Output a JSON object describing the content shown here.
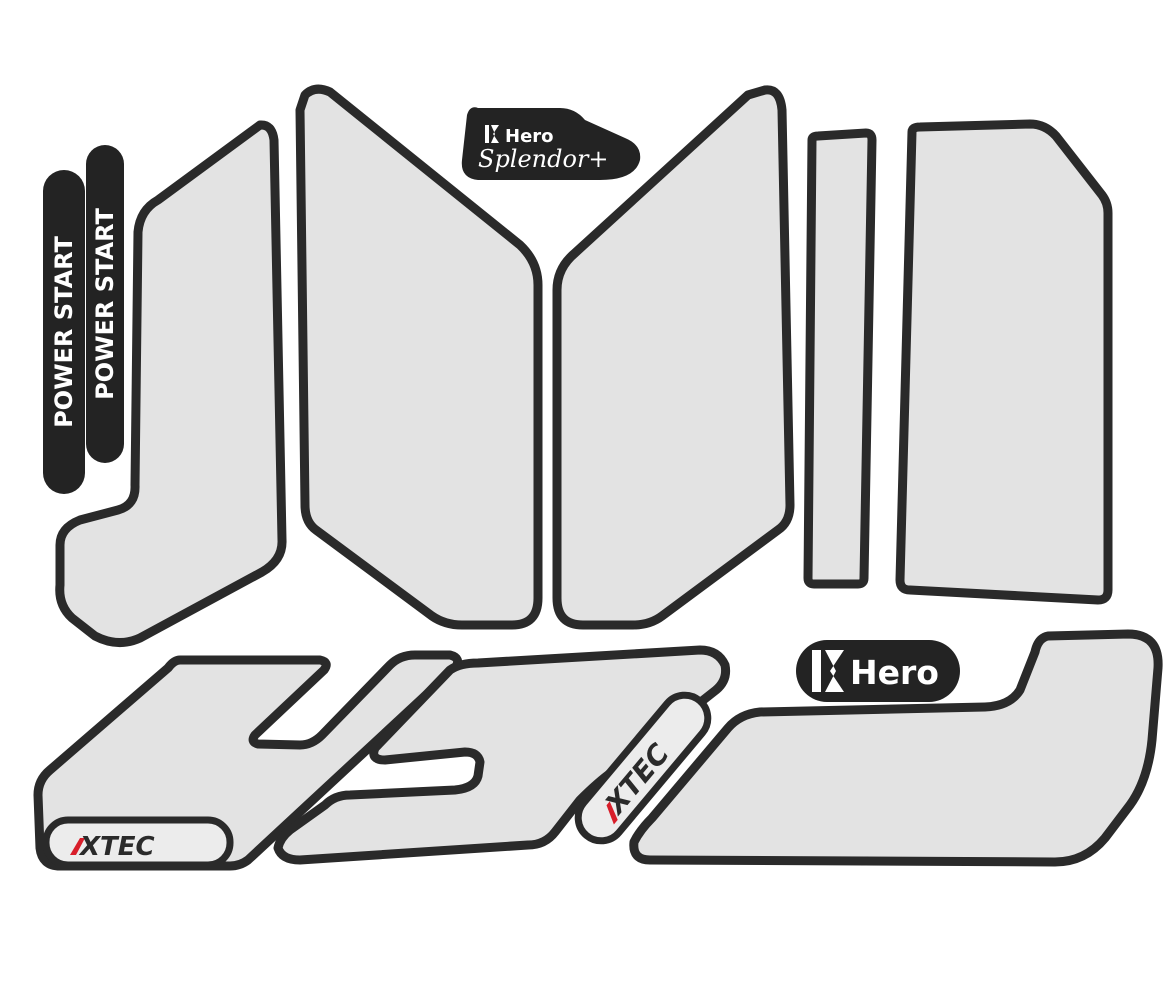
{
  "stickers": {
    "power_start": "POWER START",
    "hero_brand": "Hero",
    "splendor_model": "Splendor+",
    "xtec": "XTEC"
  },
  "colors": {
    "pad_fill": "#e3e3e3",
    "outline": "#2a2a2a",
    "accent_red": "#d81e2a"
  },
  "icons": [
    "hero-logo-icon"
  ]
}
